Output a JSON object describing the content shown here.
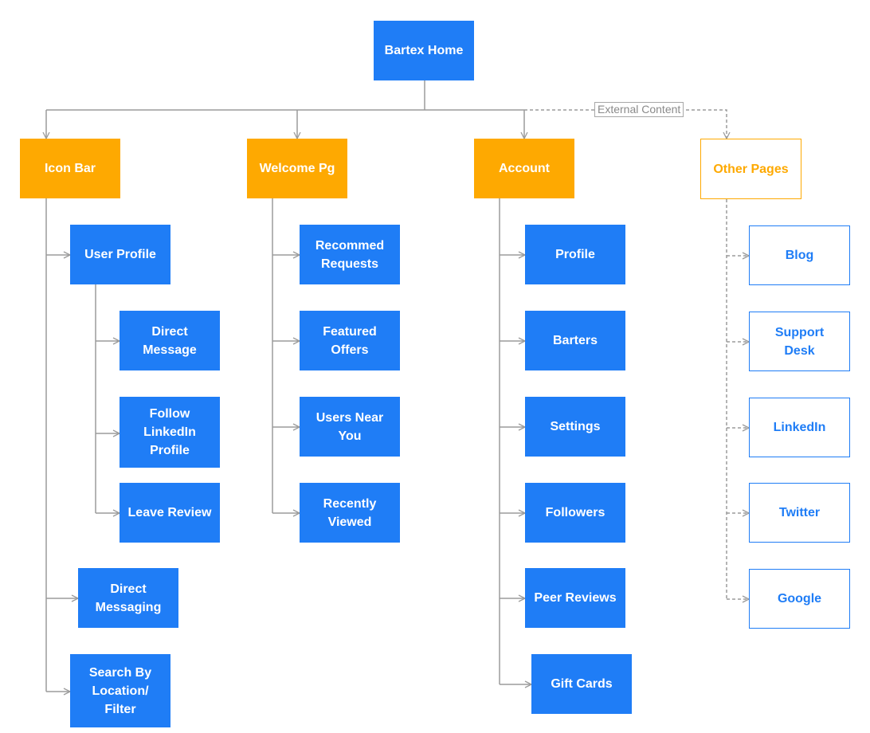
{
  "colors": {
    "primary_blue": "#1f7df6",
    "accent_orange": "#fea901",
    "connector_gray": "#9b9b9b"
  },
  "root": {
    "label": "Bartex Home"
  },
  "edge_labels": {
    "external_content": "External Content"
  },
  "sections": {
    "icon_bar": {
      "label": "Icon Bar",
      "user_profile": {
        "label": "User Profile",
        "children": [
          "Direct\nMessage",
          "Follow\nLinkedIn\nProfile",
          "Leave Review"
        ]
      },
      "direct_messaging": "Direct\nMessaging",
      "search": "Search By\nLocation/\nFilter"
    },
    "welcome_pg": {
      "label": "Welcome Pg",
      "children": [
        "Recommed\nRequests",
        "Featured\nOffers",
        "Users Near\nYou",
        "Recently\nViewed"
      ]
    },
    "account": {
      "label": "Account",
      "children": [
        "Profile",
        "Barters",
        "Settings",
        "Followers",
        "Peer Reviews",
        "Gift Cards"
      ]
    },
    "other_pages": {
      "label": "Other Pages",
      "children": [
        "Blog",
        "Support\nDesk",
        "LinkedIn",
        "Twitter",
        "Google"
      ]
    }
  }
}
